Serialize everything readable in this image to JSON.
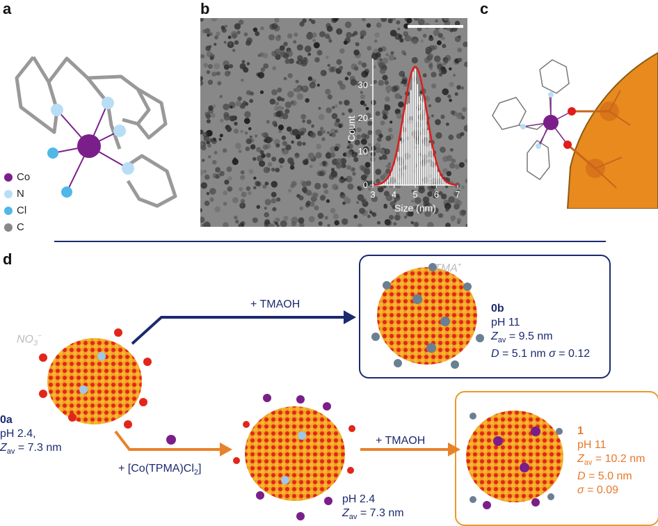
{
  "panels": {
    "a": {
      "letter": "a"
    },
    "b": {
      "letter": "b"
    },
    "c": {
      "letter": "c"
    },
    "d": {
      "letter": "d"
    }
  },
  "legend": [
    {
      "label": "Co",
      "color": "#7a1f8a"
    },
    {
      "label": "N",
      "color": "#b8def5"
    },
    {
      "label": "Cl",
      "color": "#4fb8e8"
    },
    {
      "label": "C",
      "color": "#888888"
    }
  ],
  "chart_data": {
    "type": "bar",
    "xlabel": "Size (nm)",
    "ylabel": "Count",
    "xticks": [
      "3",
      "4",
      "5",
      "6",
      "7"
    ],
    "yticks": [
      "0",
      "10",
      "20",
      "30"
    ],
    "xlim": [
      3,
      7
    ],
    "ylim": [
      0,
      38
    ],
    "fit_peak": 5.0,
    "fit_sigma": 0.55,
    "fit_amplitude": 35.5,
    "fit_color": "#e01c1c"
  },
  "scheme": {
    "reaction_top": "+ TMAOH",
    "reaction_bottom_left": "+ [Co(TPMA)Cl",
    "reaction_bottom_left_sub": "2",
    "reaction_bottom_left_end": "]",
    "reaction_bottom_right": "+ TMAOH",
    "nitrate_label": "NO",
    "nitrate_sub": "3",
    "nitrate_sup": "−",
    "tma_label": "TMA",
    "tma_sup": "+",
    "s0a": {
      "name": "0a",
      "ph": "pH 2.4,",
      "z_label": "Z",
      "z_sub": "av",
      "z_value": " = 7.3 nm"
    },
    "s0b": {
      "name": "0b",
      "ph": "pH 11",
      "z_label": "Z",
      "z_sub": "av",
      "z_value": " = 9.5 nm",
      "d_label": "D",
      "d_value": " = 5.1 nm ",
      "sigma_label": "σ",
      "sigma_value": " = 0.12"
    },
    "mid": {
      "ph": "pH 2.4",
      "z_label": "Z",
      "z_sub": "av",
      "z_value": " = 7.3 nm"
    },
    "s1": {
      "name": "1",
      "ph": "pH 11",
      "z_label": "Z",
      "z_sub": "av",
      "z_value": " = 10.2 nm",
      "d_label": "D",
      "d_value": " = 5.0 nm",
      "sigma_label": "σ",
      "sigma_value": " = 0.09"
    }
  }
}
